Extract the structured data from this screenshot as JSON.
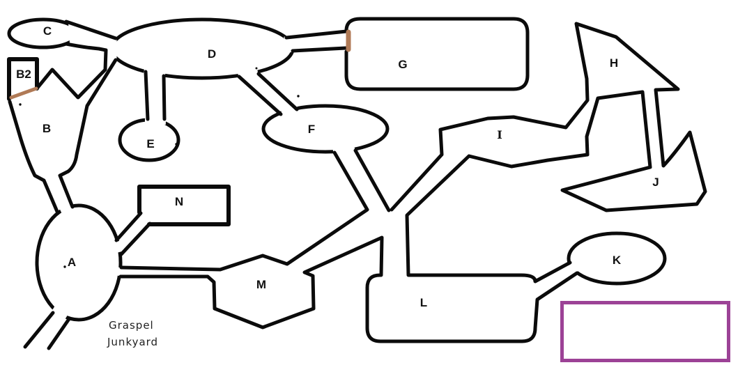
{
  "title": {
    "name": "Graspel Junkyard",
    "line1": "Graspel",
    "line2": "Junkyard"
  },
  "rooms": [
    {
      "id": "A",
      "label": "A"
    },
    {
      "id": "B",
      "label": "B"
    },
    {
      "id": "B2",
      "label": "B2"
    },
    {
      "id": "C",
      "label": "C"
    },
    {
      "id": "D",
      "label": "D"
    },
    {
      "id": "E",
      "label": "E"
    },
    {
      "id": "F",
      "label": "F"
    },
    {
      "id": "G",
      "label": "G"
    },
    {
      "id": "H",
      "label": "H"
    },
    {
      "id": "I",
      "label": "I"
    },
    {
      "id": "J",
      "label": "J"
    },
    {
      "id": "K",
      "label": "K"
    },
    {
      "id": "L",
      "label": "L"
    },
    {
      "id": "M",
      "label": "M"
    },
    {
      "id": "N",
      "label": "N"
    }
  ],
  "connections": [
    {
      "from": "C",
      "to": "D"
    },
    {
      "from": "B",
      "to": "D"
    },
    {
      "from": "B2",
      "to": "B",
      "via": "door"
    },
    {
      "from": "B",
      "to": "A"
    },
    {
      "from": "D",
      "to": "E"
    },
    {
      "from": "D",
      "to": "F"
    },
    {
      "from": "D",
      "to": "G",
      "via": "door"
    },
    {
      "from": "A",
      "to": "N"
    },
    {
      "from": "A",
      "to": "M"
    },
    {
      "from": "A",
      "to": "southwest-exit"
    },
    {
      "from": "F",
      "to": "central-crossing"
    },
    {
      "from": "I",
      "to": "central-crossing"
    },
    {
      "from": "M",
      "to": "central-crossing"
    },
    {
      "from": "L",
      "to": "central-crossing"
    },
    {
      "from": "I",
      "to": "H"
    },
    {
      "from": "H",
      "to": "J"
    },
    {
      "from": "L",
      "to": "K"
    }
  ],
  "colors": {
    "ink": "#0b0b0b",
    "paper": "#ffffff",
    "door_tan": "#b07a56",
    "highlight_box": "#9c4296",
    "label_ink": "#111111",
    "title_ink": "#1f1f1f"
  }
}
